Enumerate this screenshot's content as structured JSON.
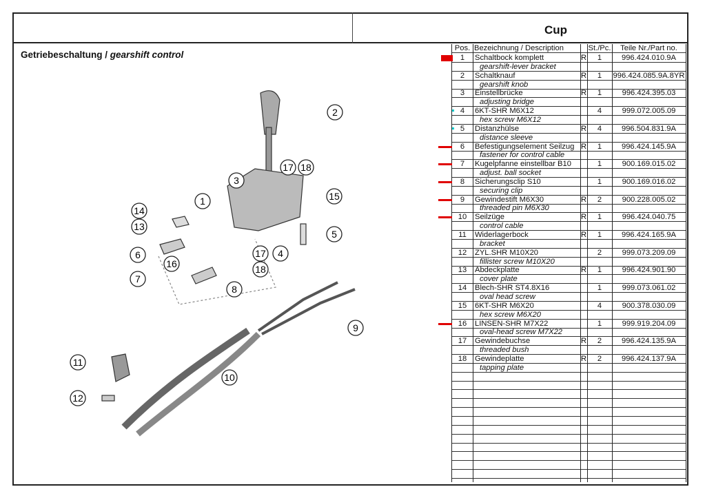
{
  "header": {
    "model": "Cup"
  },
  "section": {
    "title_de": "Getriebeschaltung /",
    "title_en": "gearshift control"
  },
  "table": {
    "headers": {
      "pos": "Pos.",
      "desc": "Bezeichnung / Description",
      "qty": "St./Pc.",
      "part": "Teile Nr./Part no."
    },
    "rows": [
      {
        "pos": "1",
        "de": "Schaltbock komplett",
        "en": "gearshift-lever bracket",
        "r": "R",
        "qty": "1",
        "part": "996.424.010.9A",
        "marked": true
      },
      {
        "pos": "2",
        "de": "Schaltknauf",
        "en": "gearshift knob",
        "r": "R",
        "qty": "1",
        "part": "996.424.085.9A.8YR"
      },
      {
        "pos": "3",
        "de": "Einstellbrücke",
        "en": "adjusting bridge",
        "r": "R",
        "qty": "1",
        "part": "996.424.395.03"
      },
      {
        "pos": "4",
        "de": "6KT-SHR M6X12",
        "en": "hex screw M6X12",
        "r": "",
        "qty": "4",
        "part": "999.072.005.09"
      },
      {
        "pos": "5",
        "de": "Distanzhülse",
        "en": "distance sleeve",
        "r": "R",
        "qty": "4",
        "part": "996.504.831.9A"
      },
      {
        "pos": "6",
        "de": "Befestigungselement Seilzug",
        "en": "fastener for control cable",
        "r": "R",
        "qty": "1",
        "part": "996.424.145.9A",
        "marked": true
      },
      {
        "pos": "7",
        "de": "Kugelpfanne einstellbar B10",
        "en": "adjust. ball socket",
        "r": "",
        "qty": "1",
        "part": "900.169.015.02",
        "marked": true
      },
      {
        "pos": "8",
        "de": "Sicherungsclip S10",
        "en": "securing clip",
        "r": "",
        "qty": "1",
        "part": "900.169.016.02",
        "marked": true
      },
      {
        "pos": "9",
        "de": "Gewindestift M6X30",
        "en": "threaded pin M6X30",
        "r": "R",
        "qty": "2",
        "part": "900.228.005.02",
        "marked": true
      },
      {
        "pos": "10",
        "de": "Seilzüge",
        "en": "control cable",
        "r": "R",
        "qty": "1",
        "part": "996.424.040.75",
        "marked": true
      },
      {
        "pos": "11",
        "de": "Widerlagerbock",
        "en": "bracket",
        "r": "R",
        "qty": "1",
        "part": "996.424.165.9A"
      },
      {
        "pos": "12",
        "de": "ZYL.SHR M10X20",
        "en": "fillister screw M10X20",
        "r": "",
        "qty": "2",
        "part": "999.073.209.09"
      },
      {
        "pos": "13",
        "de": "Abdeckplatte",
        "en": "cover plate",
        "r": "R",
        "qty": "1",
        "part": "996.424.901.90"
      },
      {
        "pos": "14",
        "de": "Blech-SHR ST4.8X16",
        "en": "oval head screw",
        "r": "",
        "qty": "1",
        "part": "999.073.061.02"
      },
      {
        "pos": "15",
        "de": "6KT-SHR M6X20",
        "en": "hex screw M6X20",
        "r": "",
        "qty": "4",
        "part": "900.378.030.09"
      },
      {
        "pos": "16",
        "de": "LINSEN-SHR M7X22",
        "en": "oval-head screw M7X22",
        "r": "",
        "qty": "1",
        "part": "999.919.204.09",
        "marked": true
      },
      {
        "pos": "17",
        "de": "Gewindebuchse",
        "en": "threaded bush",
        "r": "R",
        "qty": "2",
        "part": "996.424.135.9A"
      },
      {
        "pos": "18",
        "de": "Gewindeplatte",
        "en": "tapping plate",
        "r": "R",
        "qty": "2",
        "part": "996.424.137.9A"
      }
    ]
  },
  "diagram": {
    "callouts": [
      "2",
      "3",
      "17",
      "18",
      "1",
      "15",
      "14",
      "13",
      "5",
      "6",
      "17",
      "4",
      "16",
      "18",
      "7",
      "8",
      "9",
      "10",
      "11",
      "12"
    ]
  },
  "colors": {
    "marker": "#e00000",
    "accent_dot": "#00cccc"
  }
}
